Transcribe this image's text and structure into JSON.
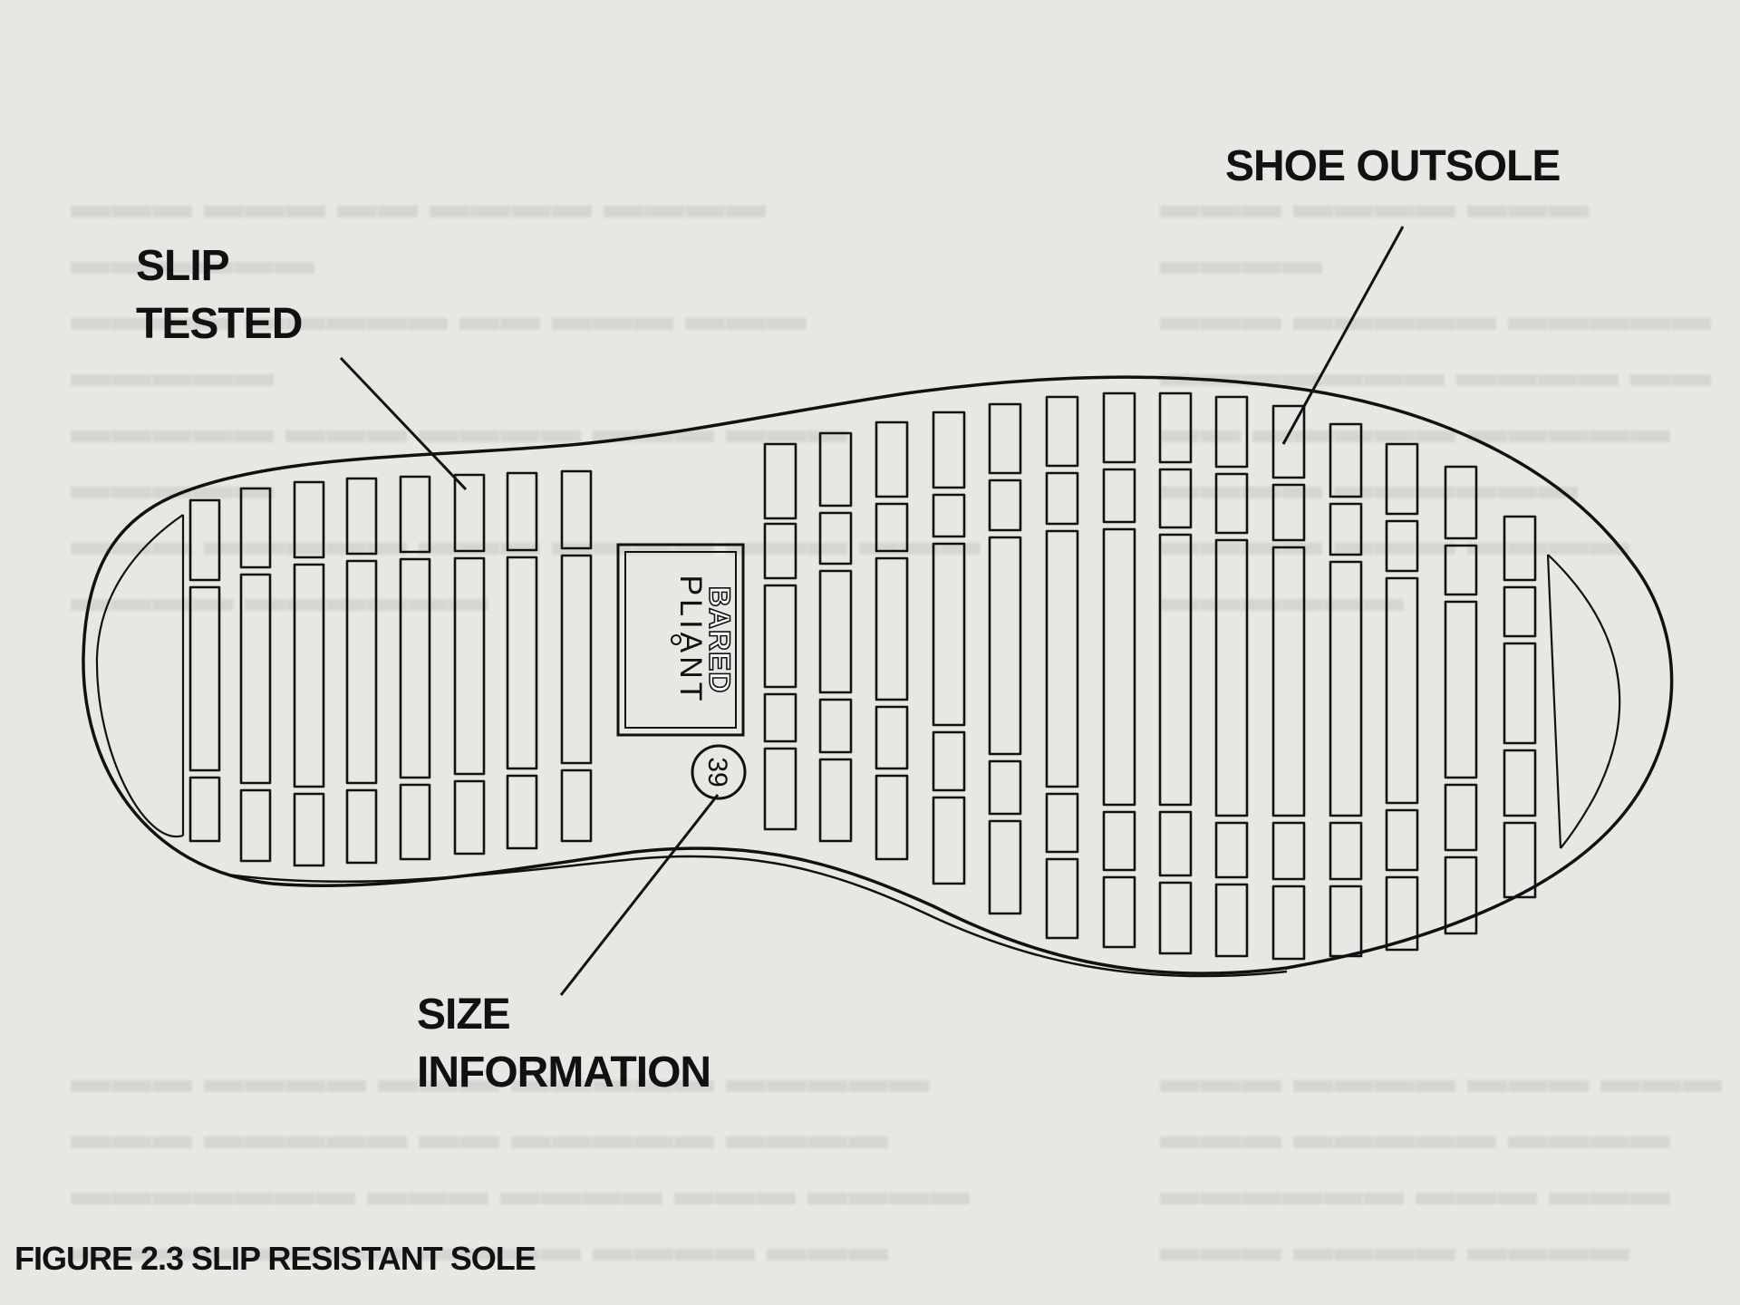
{
  "labels": {
    "slip_tested": [
      "SLIP",
      "TESTED"
    ],
    "shoe_outsole": "SHOE OUTSOLE",
    "size_information": [
      "SIZE",
      "INFORMATION"
    ]
  },
  "sole": {
    "brand_top": "BARED",
    "brand_bottom": "PLIANT",
    "size": "39"
  },
  "caption": "FIGURE 2.3 SLIP RESISTANT SOLE",
  "colors": {
    "background": "#e9e7e3",
    "ink": "#111111"
  }
}
